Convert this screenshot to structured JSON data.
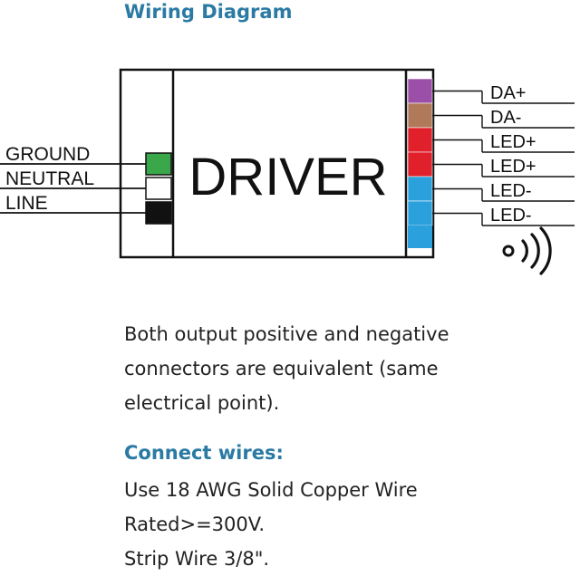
{
  "title": "Wiring Diagram",
  "diagram": {
    "driver_label": "DRIVER",
    "inputs": [
      {
        "label": "GROUND",
        "color": "#3aa84a"
      },
      {
        "label": "NEUTRAL",
        "color": "#ffffff"
      },
      {
        "label": "LINE",
        "color": "#111111"
      }
    ],
    "outputs": [
      {
        "label": "DA+",
        "color": "#9b4fa8"
      },
      {
        "label": "DA-",
        "color": "#b07a5a"
      },
      {
        "label": "LED+",
        "color": "#e0202a"
      },
      {
        "label": "LED+",
        "color": "#e0202a"
      },
      {
        "label": "LED-",
        "color": "#2aa0dc"
      },
      {
        "label": "LED-",
        "color": "#2aa0dc"
      }
    ],
    "extra_terminal_color": "#2aa0dc",
    "signal_icon": "wireless-signal-icon"
  },
  "note_lines": [
    "Both output positive and negative",
    "connectors are equivalent (same",
    "electrical point)."
  ],
  "connect_heading": "Connect wires:",
  "instructions": [
    "Use 18 AWG Solid Copper Wire",
    "Rated>=300V.",
    "Strip Wire 3/8\"."
  ],
  "accent_color": "#2a7aa3"
}
